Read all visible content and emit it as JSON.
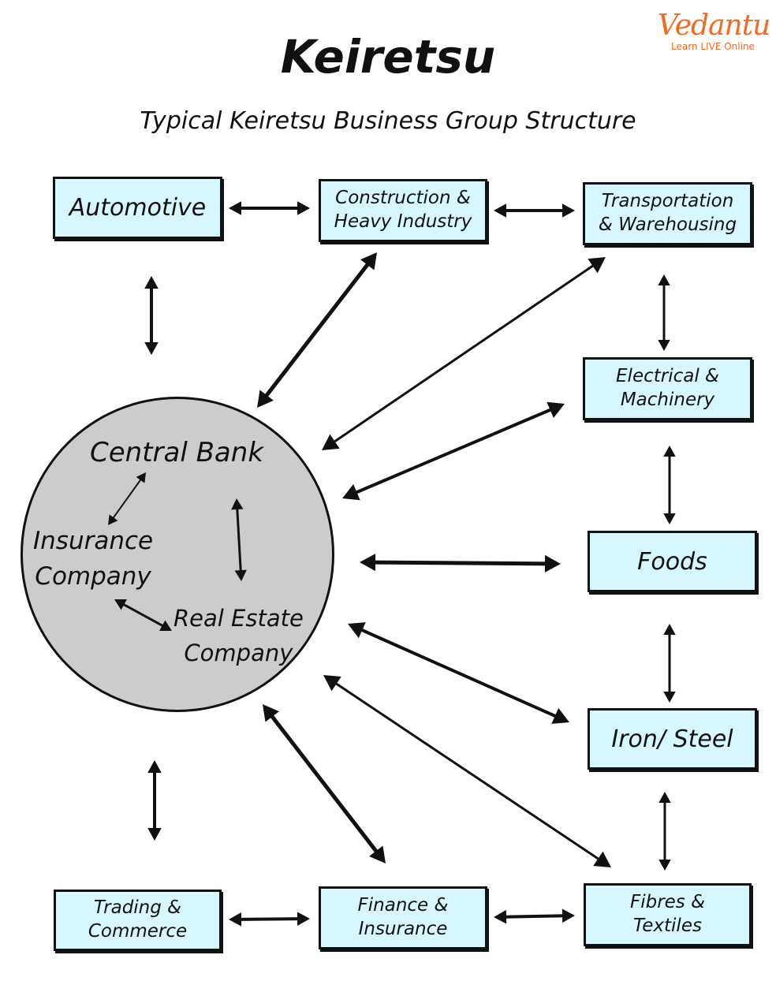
{
  "header": {
    "title": "Keiretsu",
    "subtitle": "Typical Keiretsu Business Group Structure"
  },
  "logo": {
    "brand": "Vedantu",
    "tagline": "Learn LIVE Online",
    "color": "#f26a22"
  },
  "colors": {
    "box_fill": "#d6f7fd",
    "circle_fill": "#cccccc",
    "stroke": "#111111"
  },
  "core": {
    "central_bank": "Central Bank",
    "insurance_company": [
      "Insurance",
      "Company"
    ],
    "real_estate_company": [
      "Real Estate",
      "Company"
    ]
  },
  "industries": {
    "automotive": [
      "Automotive"
    ],
    "construction": [
      "Construction &",
      "Heavy Industry"
    ],
    "transportation": [
      "Transportation",
      "& Warehousing"
    ],
    "electrical": [
      "Electrical &",
      "Machinery"
    ],
    "foods": [
      "Foods"
    ],
    "iron_steel": [
      "Iron/ Steel"
    ],
    "fibres": [
      "Fibres &",
      "Textiles"
    ],
    "finance": [
      "Finance &",
      "Insurance"
    ],
    "trading": [
      "Trading &",
      "Commerce"
    ]
  }
}
